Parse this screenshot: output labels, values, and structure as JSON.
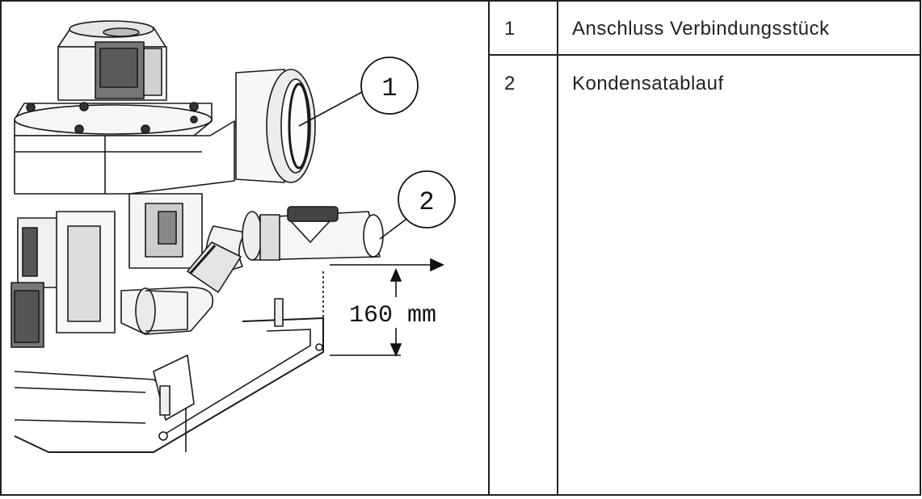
{
  "figure": {
    "callouts": [
      {
        "number": "1"
      },
      {
        "number": "2"
      }
    ],
    "dimension_label": "160 mm"
  },
  "legend": [
    {
      "number": "1",
      "label": "Anschluss Verbindungsstück"
    },
    {
      "number": "2",
      "label": "Kondensatablauf"
    }
  ]
}
